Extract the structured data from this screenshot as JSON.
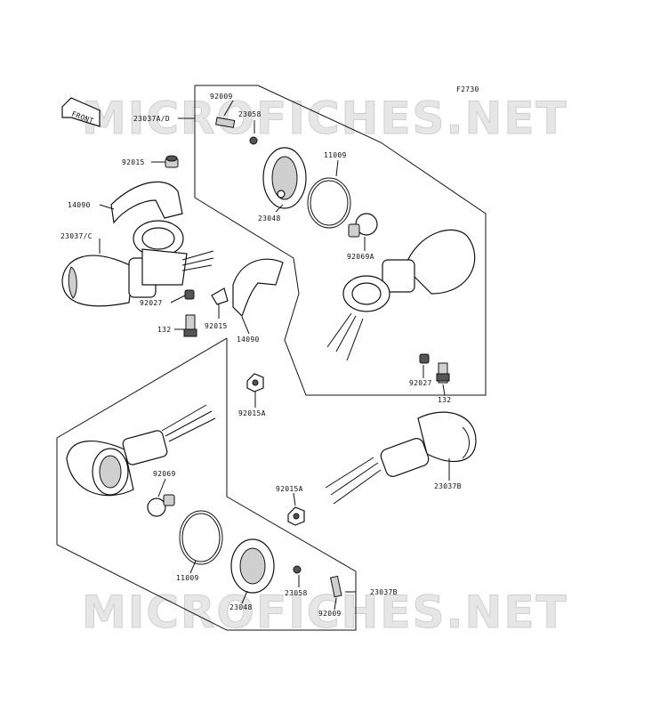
{
  "figure_code": "F2730",
  "front_label": "FRONT",
  "watermark": "MICROFICHES.NET",
  "colors": {
    "line": "#111111",
    "watermark": "#e6e6e6",
    "shade": "#cfcfcf"
  },
  "labels": {
    "l_92009_top": "92009",
    "l_23037ad": "23037A/D",
    "l_23058_top": "23058",
    "l_11009_top": "11009",
    "l_92015_left": "92015",
    "l_14090_left": "14090",
    "l_23048_top": "23048",
    "l_23037c": "23037/C",
    "l_92069a": "92069A",
    "l_92027_left": "92027",
    "l_132_left": "132",
    "l_92015_mid": "92015",
    "l_14090_mid": "14090",
    "l_92027_right": "92027",
    "l_132_right": "132",
    "l_92015a_top": "92015A",
    "l_23037b_right": "23037B",
    "l_92069": "92069",
    "l_92015a_bottom": "92015A",
    "l_11009_bottom": "11009",
    "l_23058_bottom": "23058",
    "l_23037b_bottom": "23037B",
    "l_23048_bottom": "23048",
    "l_92009_bottom": "92009"
  }
}
